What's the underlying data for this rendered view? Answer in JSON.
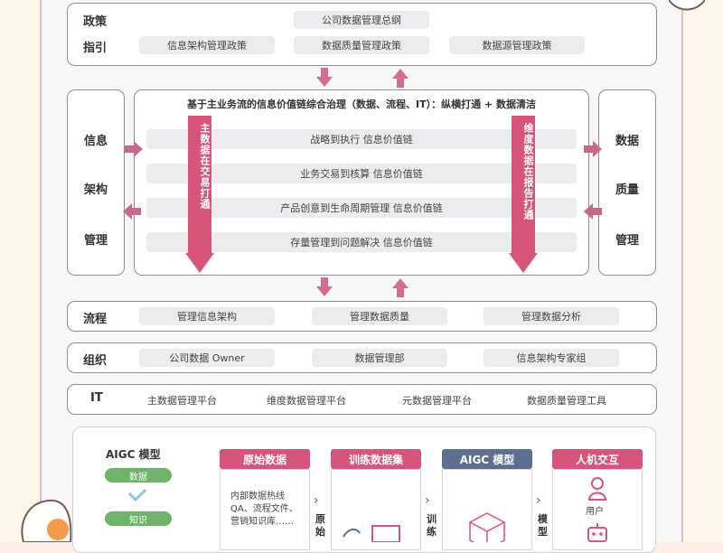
{
  "policy": {
    "label_line1": "政策",
    "label_line2": "指引",
    "items": [
      "公司数据管理总纲",
      "信息架构管理政策",
      "数据质量管理政策",
      "数据源管理政策"
    ]
  },
  "governance": {
    "title": "基于主业务流的信息价值链综合治理（数据、流程、IT）：纵横打通 + 数据清洁",
    "left_label": [
      "信息",
      "架构",
      "管理"
    ],
    "right_label": [
      "数据",
      "质量",
      "管理"
    ],
    "left_bar": "主数据在交易打通",
    "right_bar": "维度数据在报告打通",
    "chains": [
      "战略到执行 信息价值链",
      "业务交易到核算 信息价值链",
      "产品创意到生命周期管理 信息价值链",
      "存量管理到问题解决 信息价值链"
    ]
  },
  "process": {
    "label": "流程",
    "items": [
      "管理信息架构",
      "管理数据质量",
      "管理数据分析"
    ]
  },
  "org": {
    "label": "组织",
    "items": [
      "公司数据 Owner",
      "数据管理部",
      "信息架构专家组"
    ]
  },
  "it": {
    "label": "IT",
    "items": [
      "主数据管理平台",
      "维度数据管理平台",
      "元数据管理平台",
      "数据质量管理工具"
    ]
  },
  "aigc": {
    "legend_title": "AIGC 模型",
    "legend_items": [
      "数据",
      "知识"
    ],
    "cards": [
      {
        "title": "原始数据",
        "text": "内部数据热线 QA、流程文件、营销知识库……"
      },
      {
        "title": "训练数据集"
      },
      {
        "title": "AIGC 模型"
      },
      {
        "title": "人机交互",
        "sub": "用户"
      }
    ],
    "connectors": [
      "原始",
      "训练",
      "模型"
    ]
  },
  "colors": {
    "pink": "#d6557a",
    "slate": "#5c6f8e",
    "green": "#6db36a",
    "frame": "#8b8f97"
  }
}
